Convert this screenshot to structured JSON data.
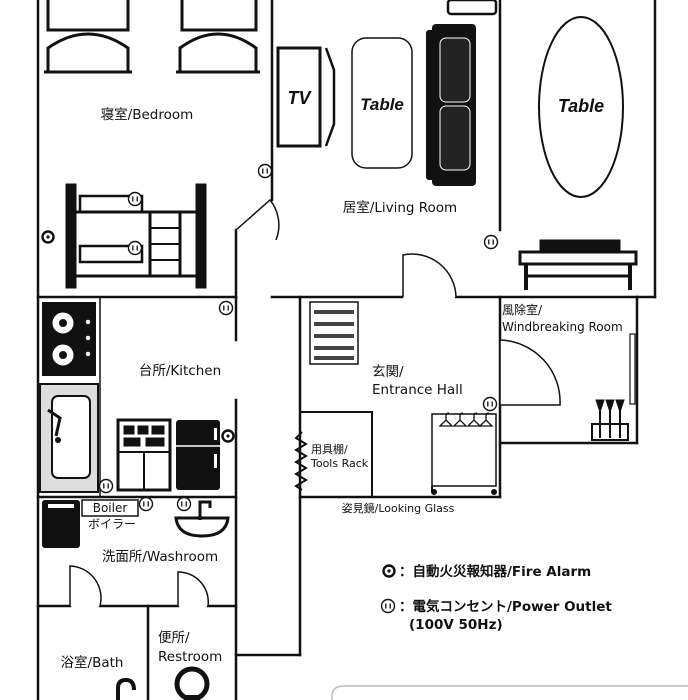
{
  "rooms": {
    "bedroom": "寝室/Bedroom",
    "living_room": "居室/Living Room",
    "kitchen": "台所/Kitchen",
    "entrance_line1": "玄関/",
    "entrance_line2": "Entrance Hall",
    "windbreak_line1": "風除室/",
    "windbreak_line2": "Windbreaking Room",
    "tools_line1": "用具棚/",
    "tools_line2": "Tools Rack",
    "looking_glass": "姿見鏡/Looking Glass",
    "washroom": "洗面所/Washroom",
    "bath": "浴室/Bath",
    "restroom_line1": "便所/",
    "restroom_line2": "Restroom"
  },
  "furniture": {
    "tv": "TV",
    "table_small": "Table",
    "table_large": "Table",
    "boiler": "Boiler",
    "boiler_jp": "ボイラー"
  },
  "legend": {
    "fire_alarm": "：自動火災報知器/Fire Alarm",
    "power_outlet": "：電気コンセント/Power Outlet",
    "power_spec": "(100V 50Hz)"
  },
  "icons": {
    "fire_alarm": "fire-alarm-icon",
    "power_outlet": "power-outlet-icon"
  },
  "colors": {
    "line": "#111111",
    "background": "#ffffff"
  }
}
